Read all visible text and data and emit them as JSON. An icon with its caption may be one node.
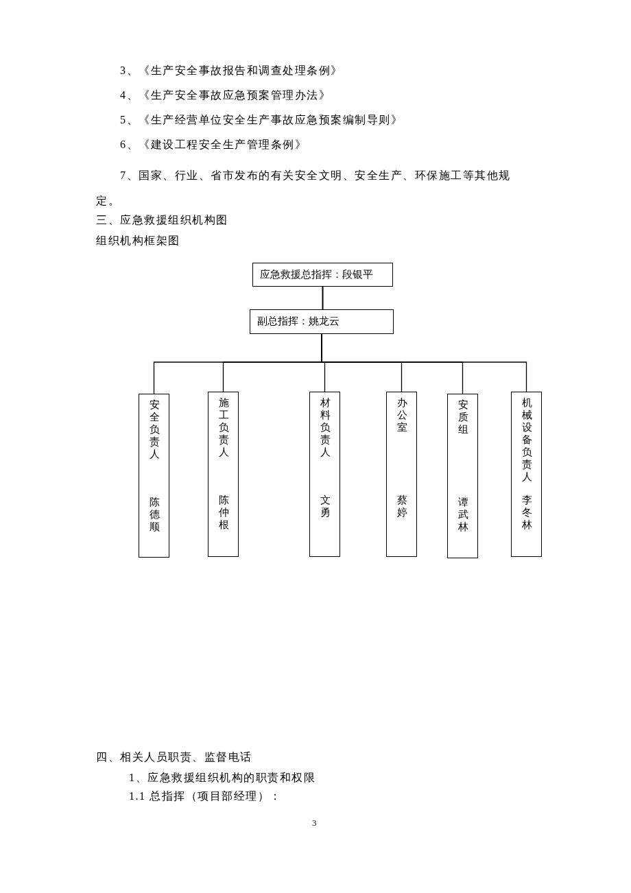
{
  "diagram": {
    "nodes": [
      {
        "text": [
          "应急救援总指挥：段银平"
        ]
      },
      {
        "text": [
          "副总指挥：姚龙云"
        ]
      },
      {
        "text": [
          "安全负责人",
          "陈德顺"
        ]
      },
      {
        "text": [
          "施工负责人",
          "陈仲根"
        ]
      },
      {
        "text": [
          "材料负责人",
          "文勇"
        ]
      },
      {
        "text": [
          "办公室",
          "蔡婷"
        ]
      },
      {
        "text": [
          "安质组",
          "谭武林"
        ]
      },
      {
        "text": [
          "机械设备负责人",
          "李冬林"
        ]
      }
    ],
    "edges": [
      {
        "from": 0,
        "to": 1,
        "arrow": "none"
      },
      {
        "from": 1,
        "to": 2,
        "arrow": "none"
      },
      {
        "from": 1,
        "to": 3,
        "arrow": "none"
      },
      {
        "from": 1,
        "to": 4,
        "arrow": "none"
      },
      {
        "from": 1,
        "to": 5,
        "arrow": "none"
      },
      {
        "from": 1,
        "to": 6,
        "arrow": "none"
      },
      {
        "from": 1,
        "to": 7,
        "arrow": "none"
      }
    ],
    "labels": [
      "3、《生产安全事故报告和调查处理条例》",
      "4、《生产安全事故应急预案管理办法》",
      "5、《生产经营单位安全生产事故应急预案编制导则》",
      "6、《建设工程安全生产管理条例》",
      "7、国家、行业、省市发布的有关安全文明、安全生产、环保施工等其他规定。",
      "三、应急救援组织机构图",
      "组织机构框架图",
      "四、相关人员职责、监督电话",
      "1、应急救援组织机构的职责和权限",
      "1.1 总指挥（项目部经理）：",
      "3"
    ]
  }
}
